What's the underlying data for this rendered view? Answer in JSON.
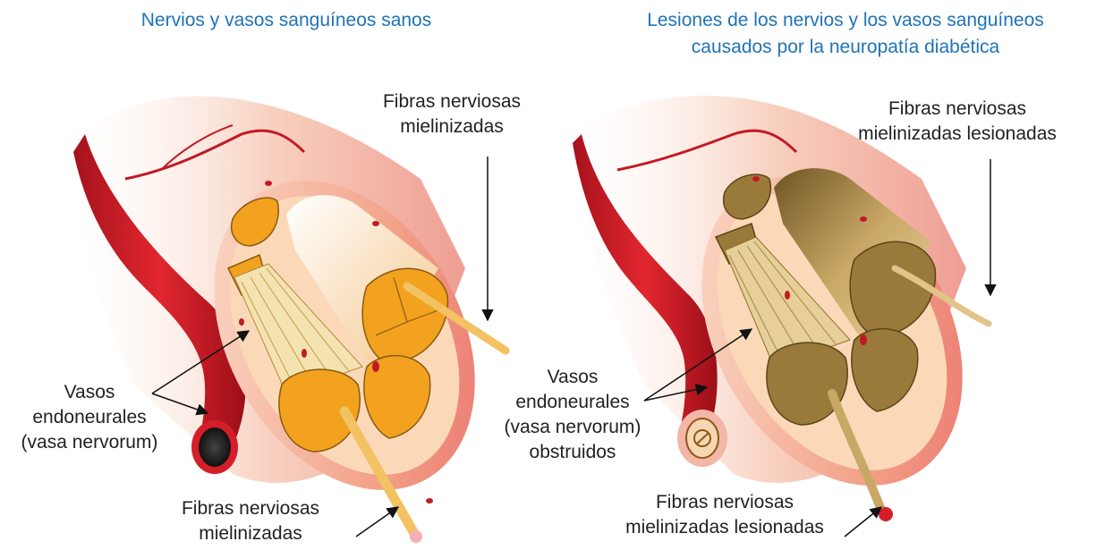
{
  "left_panel": {
    "title": "Nervios y vasos sanguíneos sanos",
    "label_fibers_top": [
      "Fibras nerviosas",
      "mielinizadas"
    ],
    "label_vessels": [
      "Vasos",
      "endoneurales",
      "(vasa nervorum)"
    ],
    "label_fibers_bottom": [
      "Fibras nerviosas",
      "mielinizadas"
    ]
  },
  "right_panel": {
    "title": [
      "Lesiones de los nervios y los vasos sanguíneos",
      "causados por la neuropatía diabética"
    ],
    "label_fibers_top": [
      "Fibras nerviosas",
      "mielinizadas lesionadas"
    ],
    "label_vessels": [
      "Vasos",
      "endoneurales",
      "(vasa nervorum)",
      "obstruidos"
    ],
    "label_fibers_bottom": [
      "Fibras nerviosas",
      "mielinizadas lesionadas"
    ]
  },
  "colors": {
    "title": "#1f73b7",
    "healthy_fascicle": "#f2a21f",
    "damaged_fascicle": "#9a7a3a",
    "vessel": "#d41f2a",
    "nerve_sheath": "#f6b29a"
  }
}
